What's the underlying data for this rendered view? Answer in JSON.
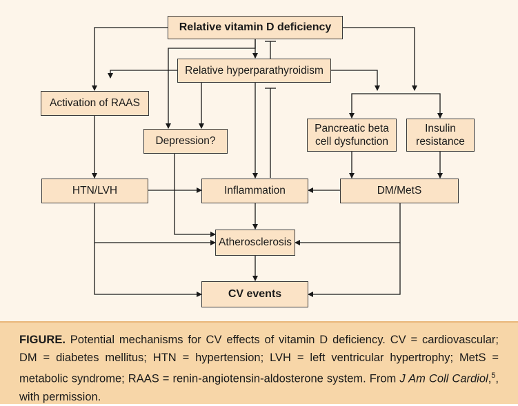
{
  "nodes": {
    "vitd": "Relative vitamin D deficiency",
    "hpt": "Relative hyperparathyroidism",
    "raas": "Activation of RAAS",
    "depression": "Depression?",
    "pancreatic_line1": "Pancreatic beta",
    "pancreatic_line2": "cell dysfunction",
    "insulin_line1": "Insulin",
    "insulin_line2": "resistance",
    "htn": "HTN/LVH",
    "inflammation": "Inflammation",
    "dm": "DM/MetS",
    "athero": "Atherosclerosis",
    "cv": "CV events"
  },
  "caption": {
    "label": "FIGURE.",
    "text": " Potential mechanisms for CV effects of vitamin D deficiency. CV = cardiovascular; DM = diabetes mellitus; HTN = hypertension; LVH = left ventricular hypertrophy; MetS = metabolic syndrome; RAAS = renin-angiotensin-aldosterone system. From ",
    "journal": "J Am Coll Cardiol",
    "ref": "5",
    "suffix": ", with permission."
  }
}
